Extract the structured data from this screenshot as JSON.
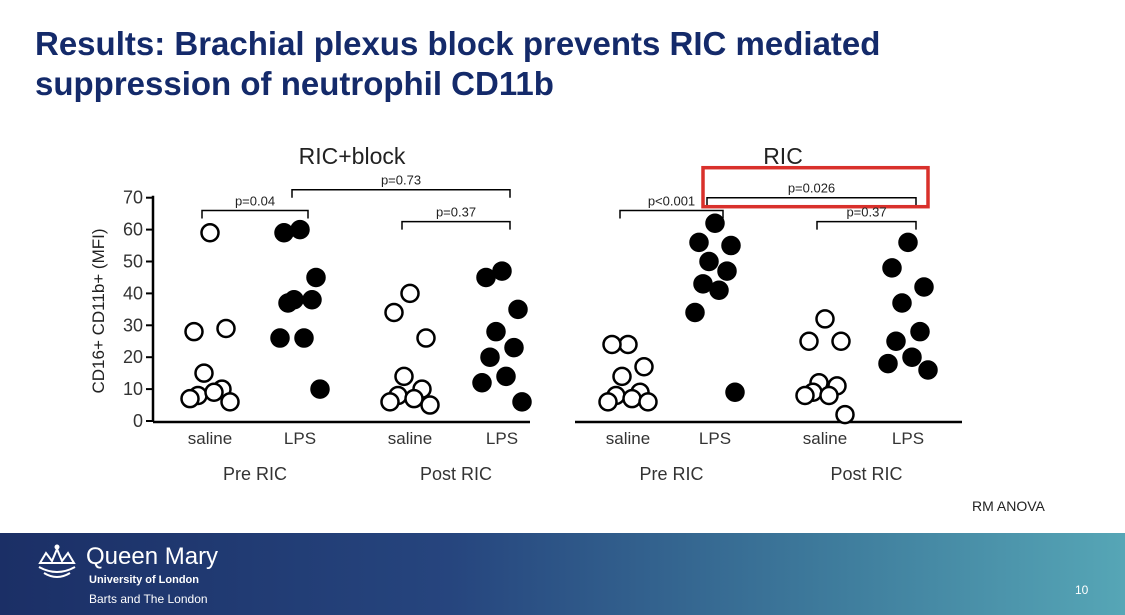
{
  "slide": {
    "title_line1": "Results: Brachial plexus block prevents RIC mediated",
    "title_line2": "suppression of neutrophil CD11b",
    "note": "RM ANOVA",
    "page_number": "10"
  },
  "footer": {
    "brand": "Queen Mary",
    "university": "University of London",
    "subtitle": "Barts and The London",
    "crest_icon": "crown-crest-icon"
  },
  "colors": {
    "title": "#142a6a",
    "highlight_box": "#d9302b",
    "saline_marker_fill": "#ffffff",
    "lps_marker_fill": "#000000"
  },
  "chart_data": [
    {
      "type": "scatter",
      "title": "RIC+block",
      "ylabel": "CD16+ CD11b+ (MFI)",
      "ylim": [
        0,
        70
      ],
      "yticks": [
        0,
        10,
        20,
        30,
        40,
        50,
        60,
        70
      ],
      "groups": [
        "Pre RIC",
        "Post RIC"
      ],
      "categories": [
        "saline",
        "LPS",
        "saline",
        "LPS"
      ],
      "series": [
        {
          "category_index": 0,
          "marker": "open",
          "values": [
            59,
            28,
            29,
            15,
            10,
            8,
            9,
            7,
            6
          ]
        },
        {
          "category_index": 1,
          "marker": "filled",
          "values": [
            60,
            59,
            45,
            38,
            38,
            37,
            26,
            26,
            10
          ]
        },
        {
          "category_index": 2,
          "marker": "open",
          "values": [
            40,
            34,
            26,
            14,
            10,
            8,
            7,
            6,
            5
          ]
        },
        {
          "category_index": 3,
          "marker": "filled",
          "values": [
            47,
            45,
            35,
            28,
            23,
            20,
            14,
            12,
            6
          ]
        }
      ],
      "annotations": [
        {
          "text": "p=0.04",
          "from": 0,
          "to": 1,
          "y": 66,
          "highlighted": false
        },
        {
          "text": "p=0.73",
          "from": 1,
          "to": 3,
          "y": 72.5,
          "highlighted": false
        },
        {
          "text": "p=0.37",
          "from": 2,
          "to": 3,
          "y": 62.5,
          "highlighted": false
        }
      ]
    },
    {
      "type": "scatter",
      "title": "RIC",
      "ylim": [
        0,
        70
      ],
      "groups": [
        "Pre RIC",
        "Post RIC"
      ],
      "categories": [
        "saline",
        "LPS",
        "saline",
        "LPS"
      ],
      "series": [
        {
          "category_index": 0,
          "marker": "open",
          "values": [
            24,
            24,
            17,
            14,
            9,
            8,
            7,
            6,
            6
          ]
        },
        {
          "category_index": 1,
          "marker": "filled",
          "values": [
            62,
            56,
            55,
            50,
            47,
            43,
            41,
            34,
            9
          ]
        },
        {
          "category_index": 2,
          "marker": "open",
          "values": [
            32,
            25,
            25,
            12,
            11,
            9,
            8,
            8,
            2
          ]
        },
        {
          "category_index": 3,
          "marker": "filled",
          "values": [
            56,
            48,
            42,
            37,
            28,
            25,
            20,
            18,
            16
          ]
        }
      ],
      "annotations": [
        {
          "text": "p<0.001",
          "from": 0,
          "to": 1,
          "y": 66,
          "highlighted": false
        },
        {
          "text": "p=0.026",
          "from": 1,
          "to": 3,
          "y": 70,
          "highlighted": true
        },
        {
          "text": "p=0.37",
          "from": 2,
          "to": 3,
          "y": 62.5,
          "highlighted": false
        }
      ]
    }
  ]
}
